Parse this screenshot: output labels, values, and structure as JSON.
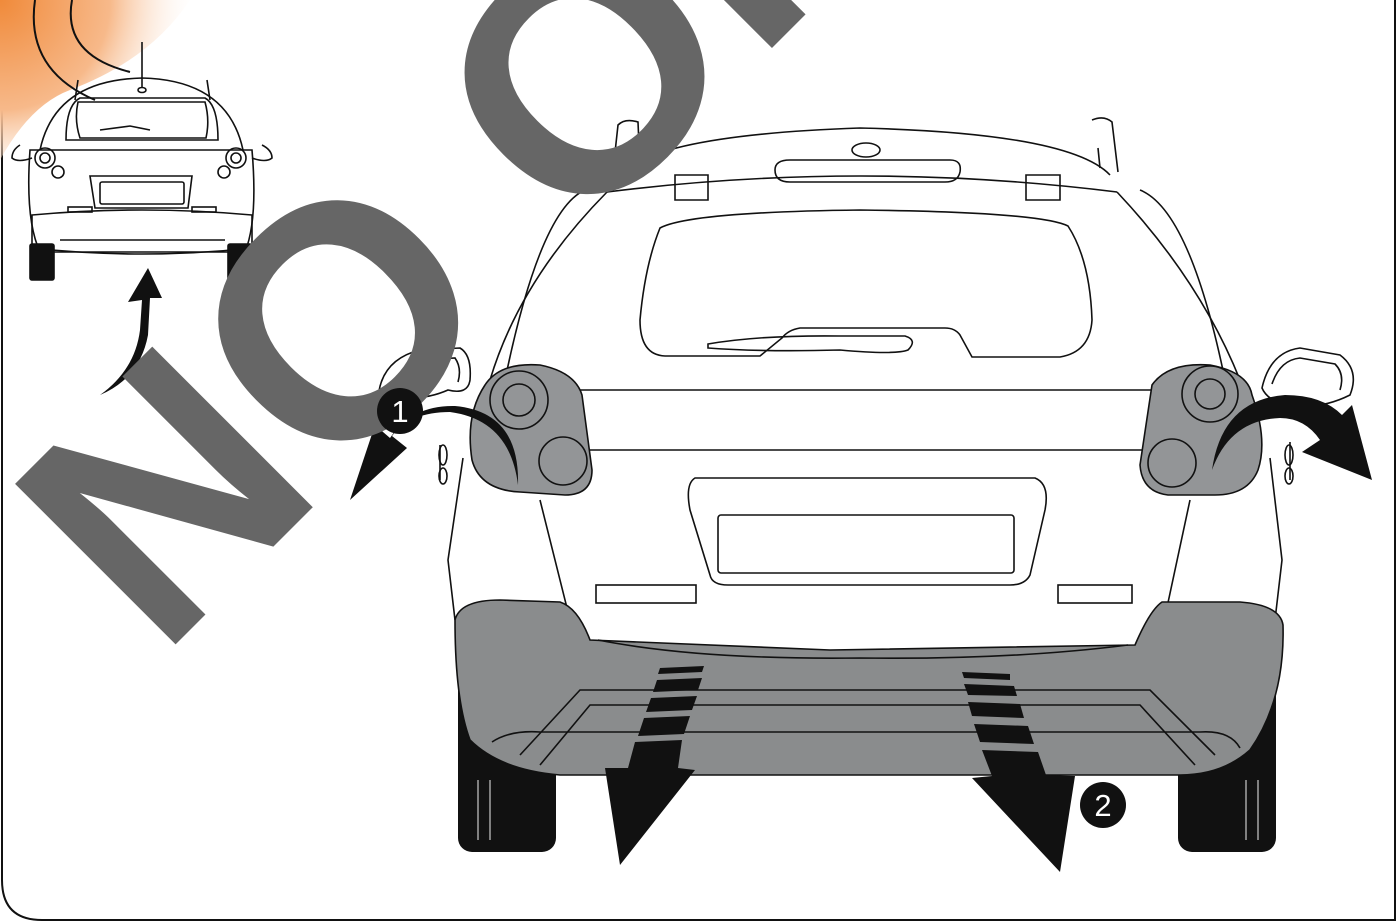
{
  "watermark": {
    "text": "NO OK"
  },
  "steps": [
    {
      "number": "1"
    },
    {
      "number": "2"
    }
  ],
  "colors": {
    "bumper": "#8a8c8d",
    "lamp": "#939597",
    "tyre": "#111111",
    "watermark": "#666666",
    "corner_gradient": "#f7a560",
    "line": "#111111"
  }
}
